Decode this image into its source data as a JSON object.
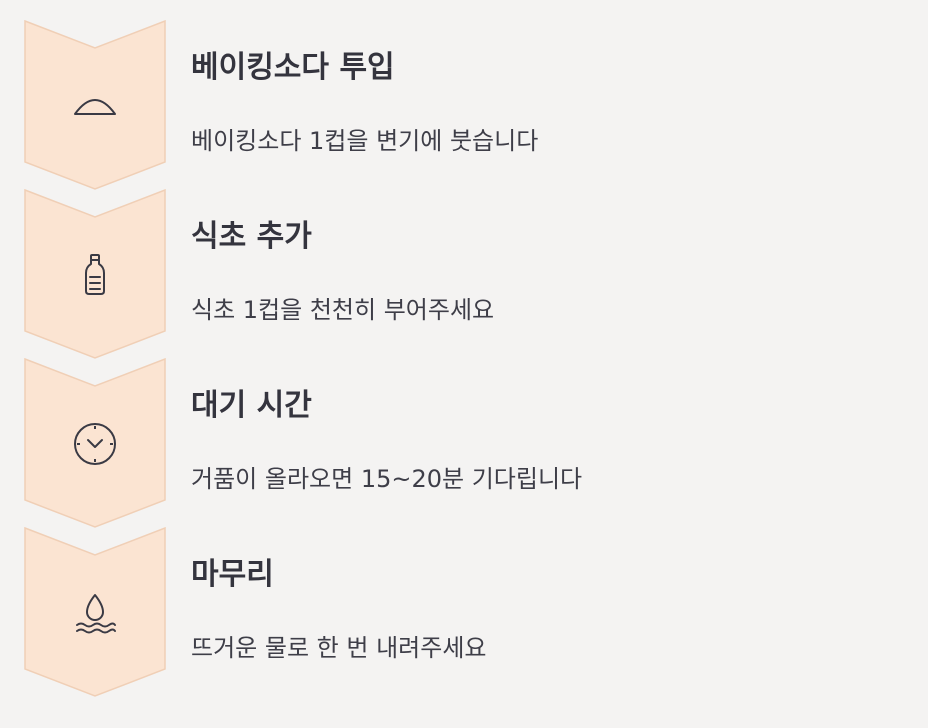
{
  "colors": {
    "background": "#f4f3f2",
    "chevron_fill": "#fbe4d2",
    "chevron_stroke": "#f0cfb6",
    "icon_stroke": "#3a3a44",
    "text": "#34343e"
  },
  "steps": [
    {
      "icon": "mound-icon",
      "title": "베이킹소다 투입",
      "description": "베이킹소다 1컵을 변기에 붓습니다"
    },
    {
      "icon": "bottle-icon",
      "title": "식초 추가",
      "description": "식초 1컵을 천천히 부어주세요"
    },
    {
      "icon": "clock-icon",
      "title": "대기 시간",
      "description": "거품이 올라오면 15~20분 기다립니다"
    },
    {
      "icon": "water-drop-icon",
      "title": "마무리",
      "description": "뜨거운 물로 한 번 내려주세요"
    }
  ]
}
